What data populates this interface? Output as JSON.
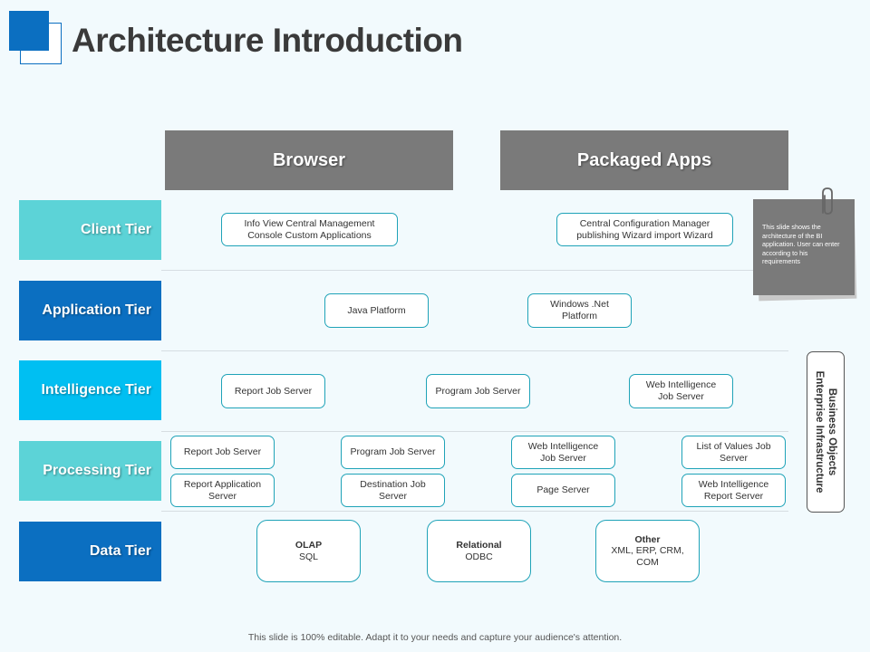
{
  "title": "Architecture Introduction",
  "headers": {
    "browser": "Browser",
    "packaged_apps": "Packaged Apps"
  },
  "tiers": {
    "client": "Client Tier",
    "application": "Application Tier",
    "intelligence": "Intelligence Tier",
    "processing": "Processing Tier",
    "data": "Data Tier"
  },
  "client": {
    "left_line1": "Info View Central Management",
    "left_line2": "Console Custom Applications",
    "right_line1": "Central Configuration Manager",
    "right_line2": "publishing Wizard import Wizard"
  },
  "application": {
    "java": "Java Platform",
    "dotnet_line1": "Windows .Net",
    "dotnet_line2": "Platform"
  },
  "intelligence": {
    "report": "Report Job Server",
    "program": "Program Job Server",
    "web_line1": "Web Intelligence",
    "web_line2": "Job Server"
  },
  "processing": {
    "report_job": "Report Job Server",
    "program_job": "Program Job Server",
    "web_job_line1": "Web Intelligence",
    "web_job_line2": "Job Server",
    "lov_line1": "List of Values Job",
    "lov_line2": "Server",
    "report_app_line1": "Report Application",
    "report_app_line2": "Server",
    "destination_line1": "Destination Job",
    "destination_line2": "Server",
    "page": "Page Server",
    "web_report_line1": "Web Intelligence",
    "web_report_line2": "Report Server"
  },
  "data": {
    "olap_title": "OLAP",
    "olap_sub": "SQL",
    "relational_title": "Relational",
    "relational_sub": "ODBC",
    "other_title": "Other",
    "other_sub_line1": "XML, ERP,  CRM,",
    "other_sub_line2": "COM"
  },
  "side_label": {
    "line1": "Business Objects",
    "line2": "Enterprise Infrastructure"
  },
  "note": "This slide shows the architecture of the BI application. User can enter according to his requirements",
  "footer": "This slide is 100% editable.  Adapt it to your needs and capture your audience's attention.",
  "colors": {
    "accent_blue": "#0b6fc1",
    "teal": "#5cd3d7",
    "cyan": "#00bff2",
    "header_gray": "#7a7a7a",
    "box_border": "#1fa3b8"
  }
}
